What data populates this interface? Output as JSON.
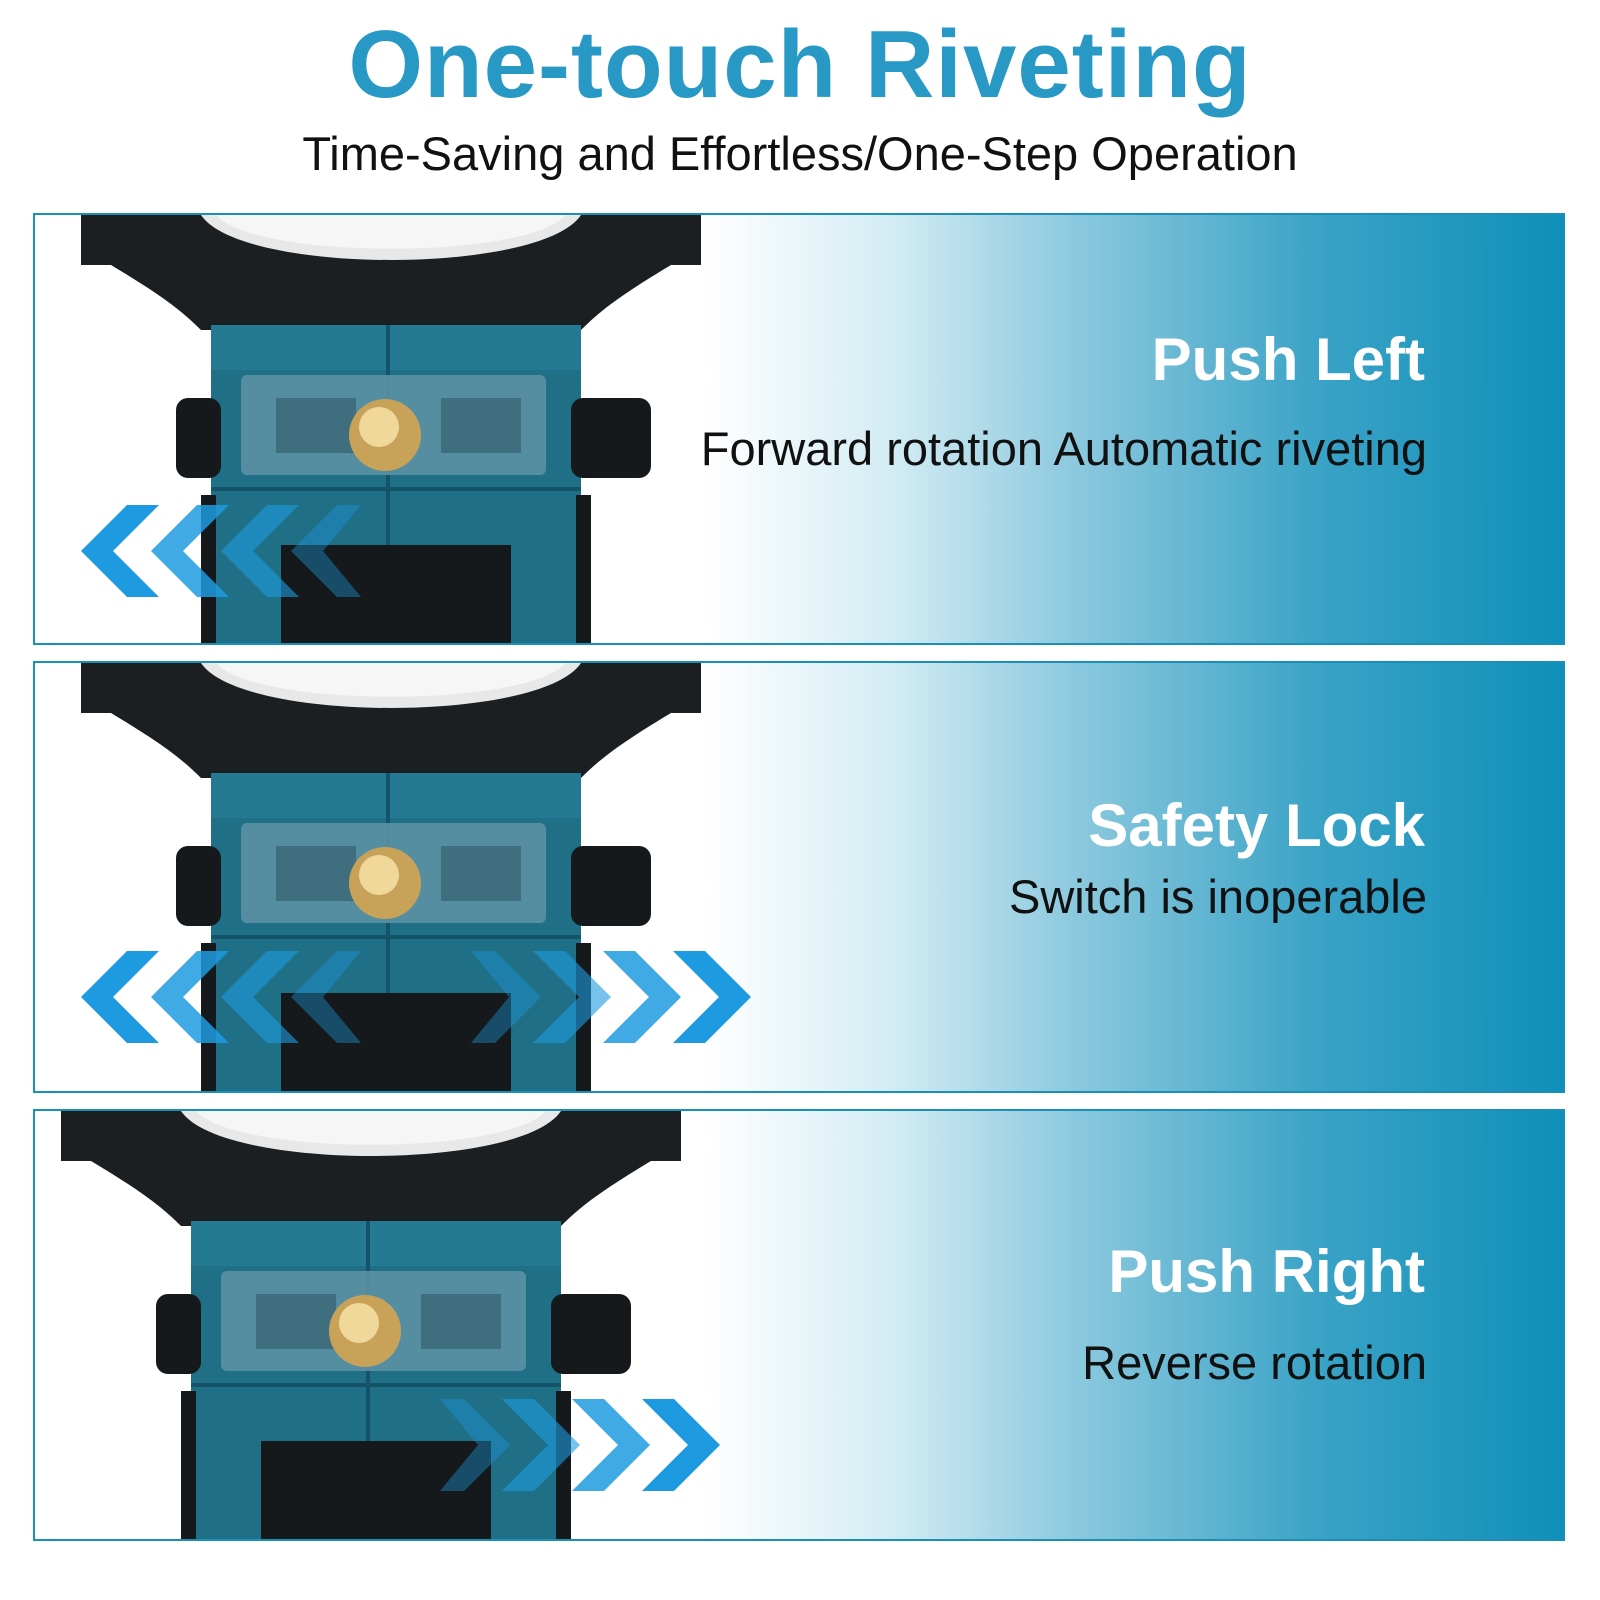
{
  "header": {
    "title": "One-touch Riveting",
    "subtitle": "Time-Saving and Effortless/One-Step Operation"
  },
  "colors": {
    "accent": "#2799c4",
    "panel_gradient_end": "#0f8fb9",
    "tool_body": "#1f6f86",
    "arrow": "#1e9be0"
  },
  "panels": [
    {
      "heading": "Push Left",
      "description": "Forward rotation Automatic riveting",
      "arrow_direction": "left"
    },
    {
      "heading": "Safety Lock",
      "description": "Switch is inoperable",
      "arrow_direction": "both"
    },
    {
      "heading": "Push Right",
      "description": "Reverse rotation",
      "arrow_direction": "right"
    }
  ]
}
